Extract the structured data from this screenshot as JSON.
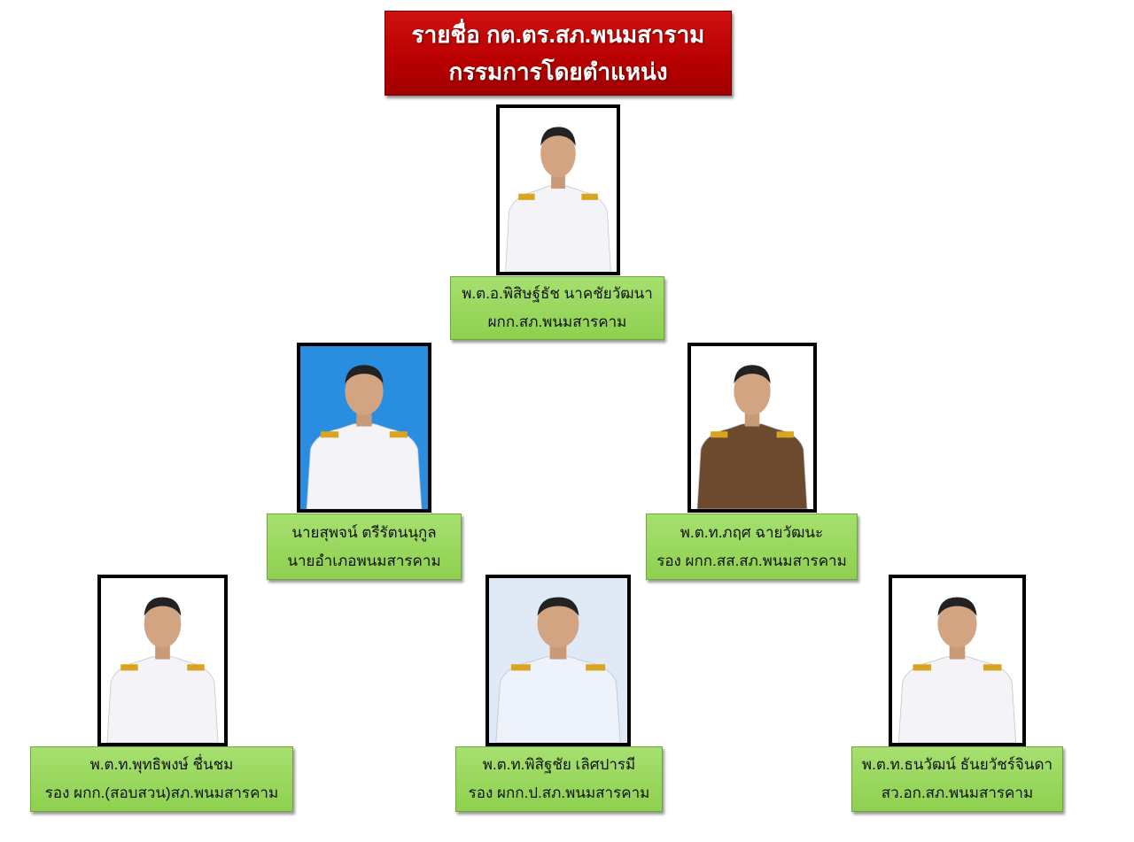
{
  "title": {
    "line1": "รายชื่อ กต.ตร.สภ.พนมสาราม",
    "line2": "กรรมการโดยตำแหน่ง"
  },
  "members": [
    {
      "name": "พ.ต.อ.พิสิษฐ์ธัช นาคชัยวัฒนา",
      "position": "ผกก.สภ.พนมสารคาม"
    },
    {
      "name": "นายสุพจน์ ตรีรัตนนุกูล",
      "position": "นายอำเภอพนมสารคาม"
    },
    {
      "name": "พ.ต.ท.ภฤศ ฉายวัฒนะ",
      "position": "รอง ผกก.สส.สภ.พนมสารคาม"
    },
    {
      "name": "พ.ต.ท.พุทธิพงษ์ ชื่นชม",
      "position": "รอง ผกก.(สอบสวน)สภ.พนมสารคาม"
    },
    {
      "name": "พ.ต.ท.พิสิฐชัย เลิศปารมี",
      "position": "รอง ผกก.ป.สภ.พนมสารคาม"
    },
    {
      "name": "พ.ต.ท.ธนวัฒน์ ธันยวัชร์จินดา",
      "position": "สว.อก.สภ.พนมสารคาม"
    }
  ],
  "colors": {
    "title_bg": "#c00000",
    "label_bg": "#92d050"
  }
}
